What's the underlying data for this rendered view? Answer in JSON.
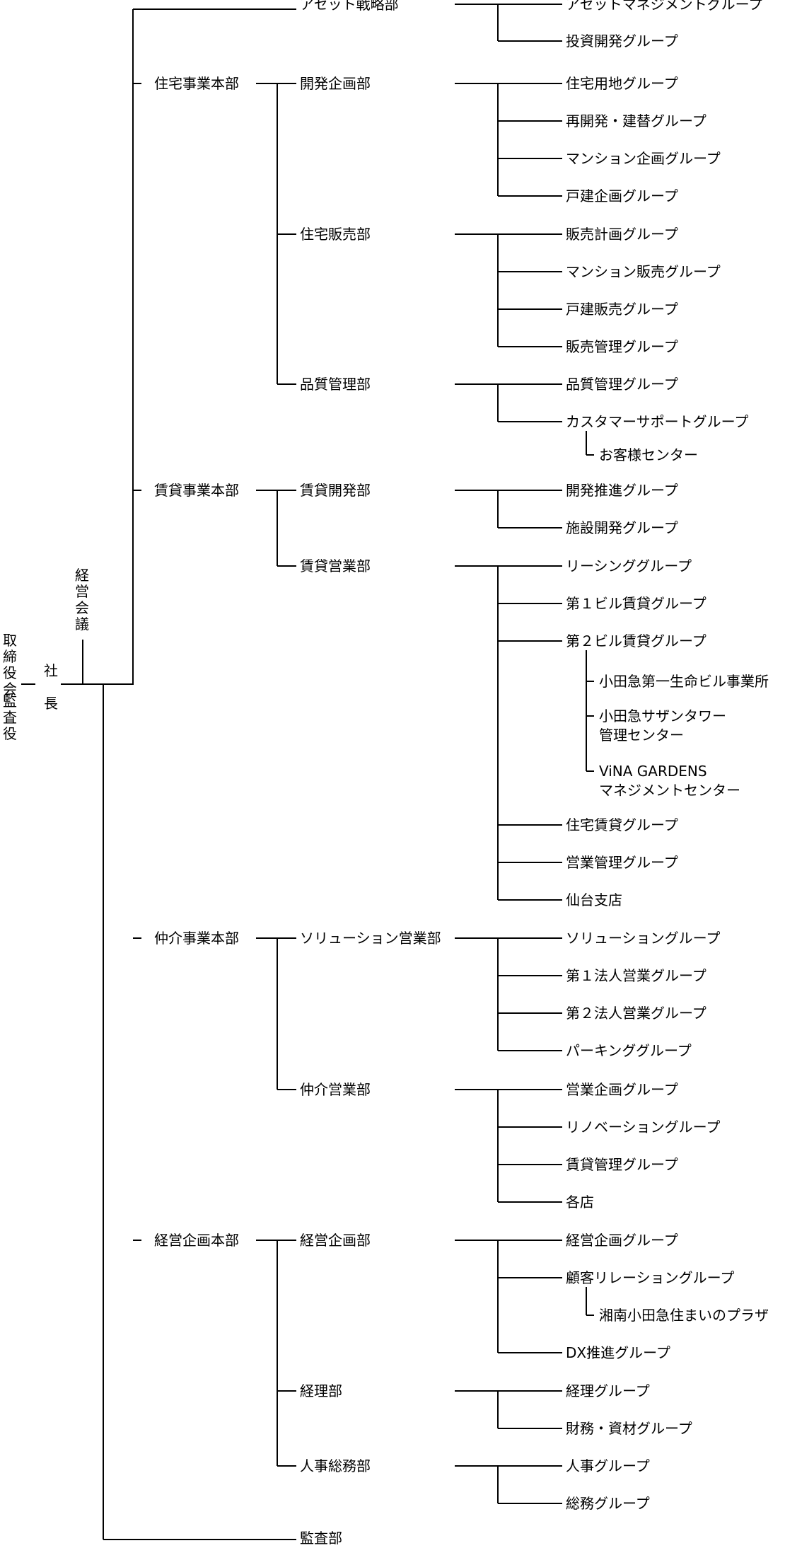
{
  "top": {
    "board": "取締役会",
    "auditor": "監査役",
    "management_meeting": "経営会議",
    "president": "社長"
  },
  "headquarters": [
    {
      "name": "",
      "departments": [
        {
          "name": "アセット戦略部",
          "groups": [
            {
              "name": "アセットマネジメントグループ"
            },
            {
              "name": "投資開発グループ"
            }
          ]
        }
      ]
    },
    {
      "name": "住宅事業本部",
      "departments": [
        {
          "name": "開発企画部",
          "groups": [
            {
              "name": "住宅用地グループ"
            },
            {
              "name": "再開発・建替グループ"
            },
            {
              "name": "マンション企画グループ"
            },
            {
              "name": "戸建企画グループ"
            }
          ]
        },
        {
          "name": "住宅販売部",
          "groups": [
            {
              "name": "販売計画グループ"
            },
            {
              "name": "マンション販売グループ"
            },
            {
              "name": "戸建販売グループ"
            },
            {
              "name": "販売管理グループ"
            }
          ]
        },
        {
          "name": "品質管理部",
          "groups": [
            {
              "name": "品質管理グループ"
            },
            {
              "name": "カスタマーサポートグループ",
              "units": [
                "お客様センター"
              ]
            }
          ]
        }
      ]
    },
    {
      "name": "賃貸事業本部",
      "departments": [
        {
          "name": "賃貸開発部",
          "groups": [
            {
              "name": "開発推進グループ"
            },
            {
              "name": "施設開発グループ"
            }
          ]
        },
        {
          "name": "賃貸営業部",
          "groups": [
            {
              "name": "リーシンググループ"
            },
            {
              "name": "第１ビル賃貸グループ"
            },
            {
              "name": "第２ビル賃貸グループ",
              "units": [
                "小田急第一生命ビル事業所",
                "小田急サザンタワー\n管理センター",
                "ViNA GARDENS\nマネジメントセンター"
              ]
            },
            {
              "name": "住宅賃貸グループ"
            },
            {
              "name": "営業管理グループ"
            },
            {
              "name": "仙台支店"
            }
          ]
        }
      ]
    },
    {
      "name": "仲介事業本部",
      "departments": [
        {
          "name": "ソリューション営業部",
          "groups": [
            {
              "name": "ソリューショングループ"
            },
            {
              "name": "第１法人営業グループ"
            },
            {
              "name": "第２法人営業グループ"
            },
            {
              "name": "パーキンググループ"
            }
          ]
        },
        {
          "name": "仲介営業部",
          "groups": [
            {
              "name": "営業企画グループ"
            },
            {
              "name": "リノベーショングループ"
            },
            {
              "name": "賃貸管理グループ"
            },
            {
              "name": "各店"
            }
          ]
        }
      ]
    },
    {
      "name": "経営企画本部",
      "departments": [
        {
          "name": "経営企画部",
          "groups": [
            {
              "name": "経営企画グループ"
            },
            {
              "name": "顧客リレーショングループ",
              "units": [
                "湘南小田急住まいのプラザ"
              ]
            },
            {
              "name": "DX推進グループ"
            }
          ]
        },
        {
          "name": "経理部",
          "groups": [
            {
              "name": "経理グループ"
            },
            {
              "name": "財務・資材グループ"
            }
          ]
        },
        {
          "name": "人事総務部",
          "groups": [
            {
              "name": "人事グループ"
            },
            {
              "name": "総務グループ"
            }
          ]
        }
      ]
    }
  ],
  "audit_department": "監査部"
}
